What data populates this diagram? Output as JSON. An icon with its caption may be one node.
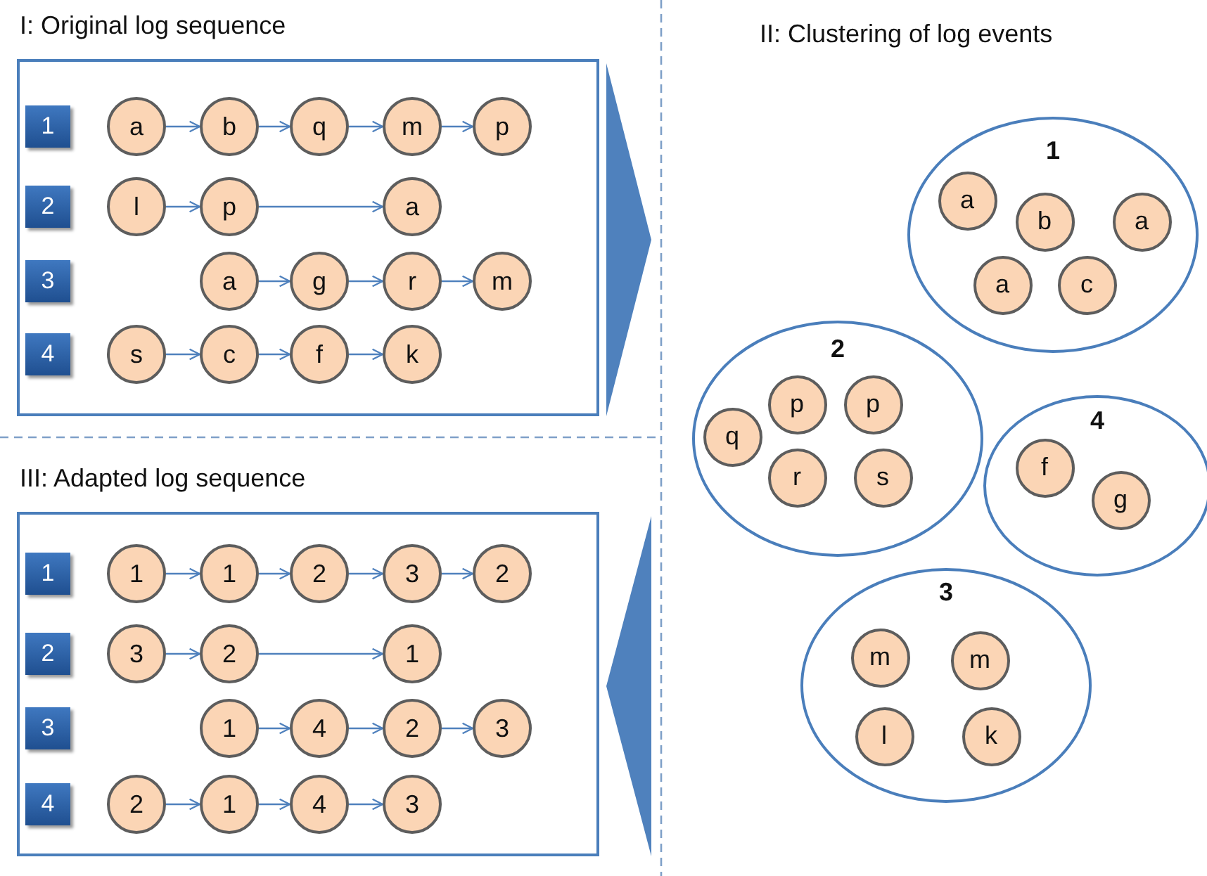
{
  "diagram": {
    "nodes": [
      {
        "text": [
          "I: Original log sequence"
        ]
      },
      {
        "text": [
          "1"
        ],
        "in": 0
      },
      {
        "text": [
          "a"
        ],
        "in": 0
      },
      {
        "text": [
          "b"
        ],
        "in": 0
      },
      {
        "text": [
          "q"
        ],
        "in": 0
      },
      {
        "text": [
          "m"
        ],
        "in": 0
      },
      {
        "text": [
          "p"
        ],
        "in": 0
      },
      {
        "text": [
          "2"
        ],
        "in": 0
      },
      {
        "text": [
          "l"
        ],
        "in": 0
      },
      {
        "text": [
          "p"
        ],
        "in": 0
      },
      {
        "text": [
          "a"
        ],
        "in": 0
      },
      {
        "text": [
          "3"
        ],
        "in": 0
      },
      {
        "text": [
          "a"
        ],
        "in": 0
      },
      {
        "text": [
          "g"
        ],
        "in": 0
      },
      {
        "text": [
          "r"
        ],
        "in": 0
      },
      {
        "text": [
          "m"
        ],
        "in": 0
      },
      {
        "text": [
          "4"
        ],
        "in": 0
      },
      {
        "text": [
          "s"
        ],
        "in": 0
      },
      {
        "text": [
          "c"
        ],
        "in": 0
      },
      {
        "text": [
          "f"
        ],
        "in": 0
      },
      {
        "text": [
          "k"
        ],
        "in": 0
      },
      {
        "text": [
          "III: Adapted log sequence"
        ]
      },
      {
        "text": [
          "1"
        ],
        "in": 21
      },
      {
        "text": [
          "1"
        ],
        "in": 21
      },
      {
        "text": [
          "1"
        ],
        "in": 21
      },
      {
        "text": [
          "2"
        ],
        "in": 21
      },
      {
        "text": [
          "3"
        ],
        "in": 21
      },
      {
        "text": [
          "2"
        ],
        "in": 21
      },
      {
        "text": [
          "2"
        ],
        "in": 21
      },
      {
        "text": [
          "3"
        ],
        "in": 21
      },
      {
        "text": [
          "2"
        ],
        "in": 21
      },
      {
        "text": [
          "1"
        ],
        "in": 21
      },
      {
        "text": [
          "3"
        ],
        "in": 21
      },
      {
        "text": [
          "1"
        ],
        "in": 21
      },
      {
        "text": [
          "4"
        ],
        "in": 21
      },
      {
        "text": [
          "2"
        ],
        "in": 21
      },
      {
        "text": [
          "3"
        ],
        "in": 21
      },
      {
        "text": [
          "4"
        ],
        "in": 21
      },
      {
        "text": [
          "2"
        ],
        "in": 21
      },
      {
        "text": [
          "1"
        ],
        "in": 21
      },
      {
        "text": [
          "4"
        ],
        "in": 21
      },
      {
        "text": [
          "3"
        ],
        "in": 21
      },
      {
        "text": [
          "1"
        ]
      },
      {
        "text": [
          "a"
        ],
        "in": 42
      },
      {
        "text": [
          "b"
        ],
        "in": 42
      },
      {
        "text": [
          "a"
        ],
        "in": 42
      },
      {
        "text": [
          "a"
        ],
        "in": 42
      },
      {
        "text": [
          "c"
        ],
        "in": 42
      },
      {
        "text": [
          "2"
        ]
      },
      {
        "text": [
          "p"
        ],
        "in": 48
      },
      {
        "text": [
          "p"
        ],
        "in": 48
      },
      {
        "text": [
          "q"
        ],
        "in": 48
      },
      {
        "text": [
          "r"
        ],
        "in": 48
      },
      {
        "text": [
          "s"
        ],
        "in": 48
      },
      {
        "text": [
          "4"
        ]
      },
      {
        "text": [
          "f"
        ],
        "in": 54
      },
      {
        "text": [
          "g"
        ],
        "in": 54
      },
      {
        "text": [
          "3"
        ]
      },
      {
        "text": [
          "m"
        ],
        "in": 57
      },
      {
        "text": [
          "m"
        ],
        "in": 57
      },
      {
        "text": [
          "l"
        ],
        "in": 57
      },
      {
        "text": [
          "k"
        ],
        "in": 57
      }
    ],
    "edges": [
      {
        "from": 2,
        "to": 3,
        "arrow": "to"
      },
      {
        "from": 3,
        "to": 4,
        "arrow": "to"
      },
      {
        "from": 4,
        "to": 5,
        "arrow": "to"
      },
      {
        "from": 5,
        "to": 6,
        "arrow": "to"
      },
      {
        "from": 8,
        "to": 9,
        "arrow": "to"
      },
      {
        "from": 9,
        "to": 10,
        "arrow": "to"
      },
      {
        "from": 12,
        "to": 13,
        "arrow": "to"
      },
      {
        "from": 13,
        "to": 14,
        "arrow": "to"
      },
      {
        "from": 14,
        "to": 15,
        "arrow": "to"
      },
      {
        "from": 17,
        "to": 18,
        "arrow": "to"
      },
      {
        "from": 18,
        "to": 19,
        "arrow": "to"
      },
      {
        "from": 19,
        "to": 20,
        "arrow": "to"
      },
      {
        "from": 23,
        "to": 24,
        "arrow": "to"
      },
      {
        "from": 24,
        "to": 25,
        "arrow": "to"
      },
      {
        "from": 25,
        "to": 26,
        "arrow": "to"
      },
      {
        "from": 26,
        "to": 27,
        "arrow": "to"
      },
      {
        "from": 29,
        "to": 30,
        "arrow": "to"
      },
      {
        "from": 30,
        "to": 31,
        "arrow": "to"
      },
      {
        "from": 33,
        "to": 34,
        "arrow": "to"
      },
      {
        "from": 34,
        "to": 35,
        "arrow": "to"
      },
      {
        "from": 35,
        "to": 36,
        "arrow": "to"
      },
      {
        "from": 38,
        "to": 39,
        "arrow": "to"
      },
      {
        "from": 39,
        "to": 40,
        "arrow": "to"
      },
      {
        "from": 40,
        "to": 41,
        "arrow": "to"
      },
      {
        "from": 0,
        "to": null,
        "arrow": "to",
        "style": "thick"
      },
      {
        "from": null,
        "to": 21,
        "arrow": "to",
        "style": "thick"
      }
    ],
    "labels": [
      "II: Clustering of log events"
    ]
  }
}
